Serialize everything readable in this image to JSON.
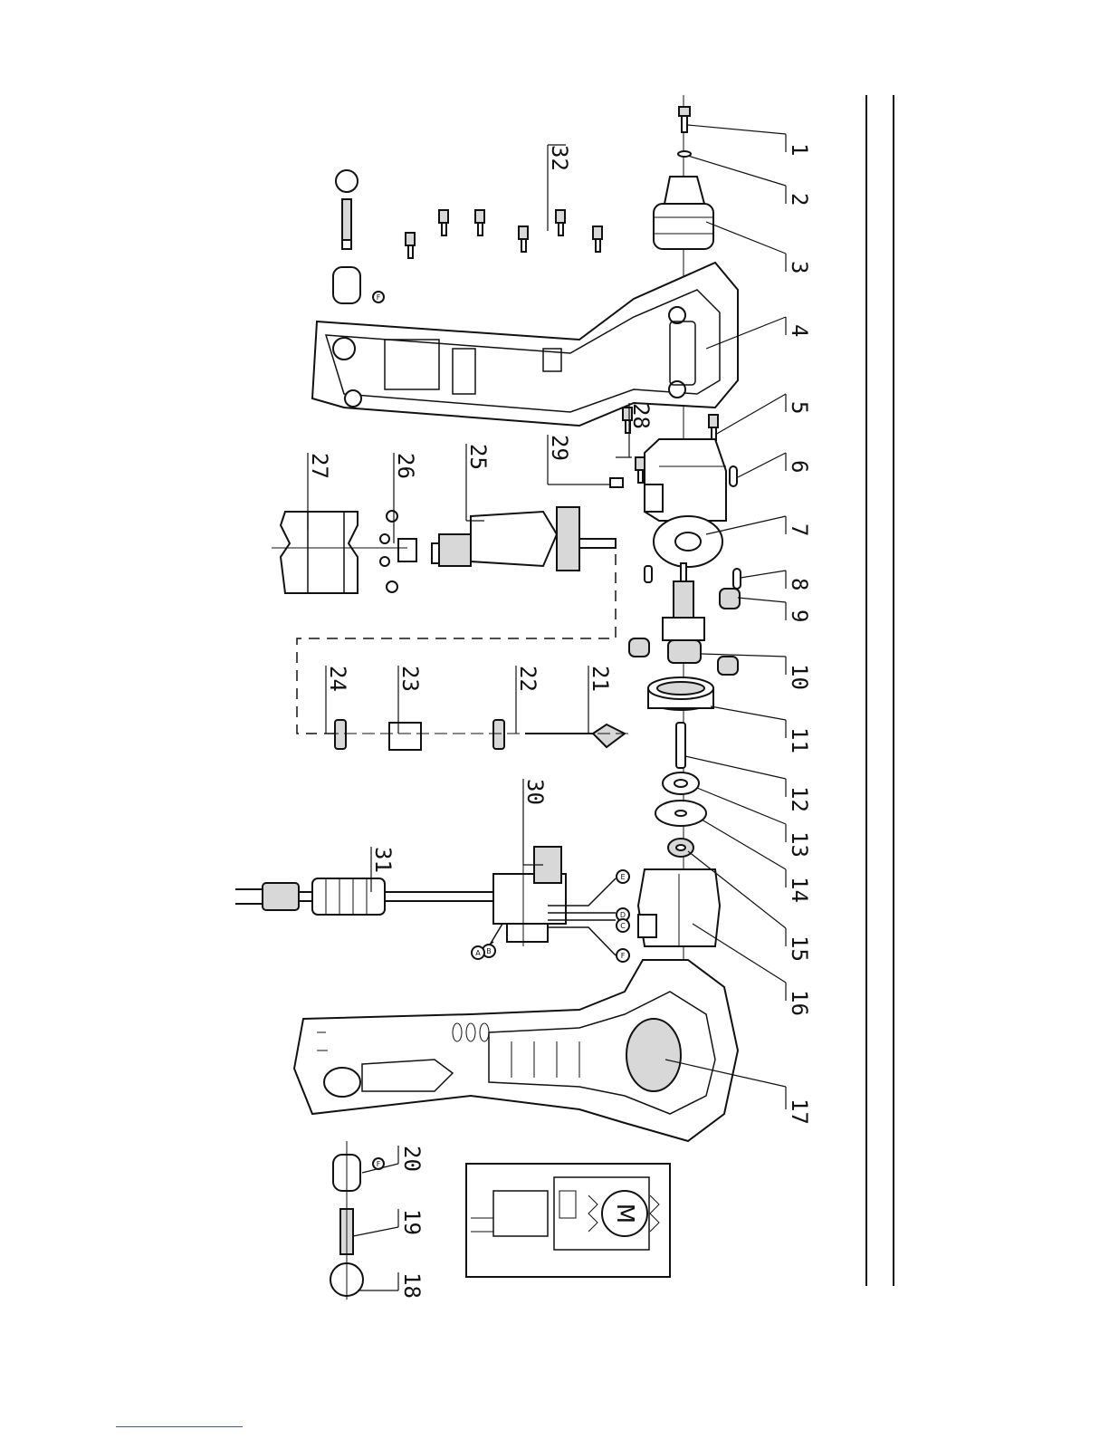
{
  "diagram": {
    "part_numbers": [
      "1",
      "2",
      "3",
      "4",
      "5",
      "6",
      "7",
      "8",
      "9",
      "10",
      "11",
      "12",
      "13",
      "14",
      "15",
      "16",
      "17",
      "18",
      "19",
      "20",
      "21",
      "22",
      "23",
      "24",
      "25",
      "26",
      "27",
      "28",
      "29",
      "30",
      "31",
      "32"
    ],
    "motor_symbol": "M",
    "small_letters": {
      "front_switch": "F",
      "brush_cap": "F",
      "wire_e": "E",
      "wire_d": "D",
      "wire_c": "C",
      "wire_f": "F",
      "wire_b": "B",
      "wire_a": "A"
    }
  }
}
